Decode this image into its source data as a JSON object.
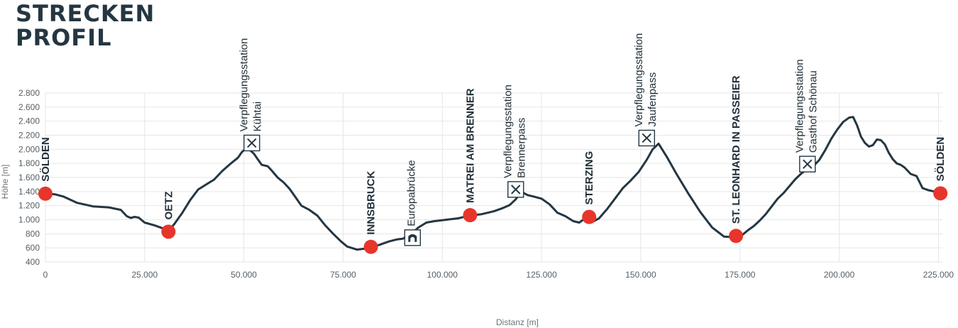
{
  "title": {
    "line1": "STRECKEN",
    "line2": "PROFIL"
  },
  "chart_data": {
    "type": "line",
    "xlabel": "Distanz [m]",
    "ylabel": "Höhe [m]",
    "xlim": [
      0,
      226000
    ],
    "ylim": [
      400,
      2800
    ],
    "x_ticks": [
      0,
      25000,
      50000,
      75000,
      100000,
      125000,
      150000,
      175000,
      200000,
      225000
    ],
    "x_tick_labels": [
      "0",
      "25.000",
      "50.000",
      "75.000",
      "100.000",
      "125.000",
      "150.000",
      "175.000",
      "200.000",
      "225.000"
    ],
    "y_ticks": [
      400,
      600,
      800,
      1000,
      1200,
      1400,
      1600,
      1800,
      2000,
      2200,
      2400,
      2600,
      2800
    ],
    "y_tick_labels": [
      "400",
      "600",
      "800",
      "1.000",
      "1.200",
      "1.400",
      "1.600",
      "1.800",
      "2.000",
      "2.200",
      "2.400",
      "2.600",
      "2.800"
    ],
    "grid": true,
    "line_color": "#243642",
    "marker_color": "#e8352b",
    "series": [
      {
        "x": [
          0,
          2500,
          4500,
          8000,
          12000,
          16000,
          19000,
          20500,
          21500,
          22500,
          23500,
          25000,
          27500,
          29500,
          31000,
          32500,
          34500,
          36500,
          38500,
          40500,
          42500,
          44500,
          46500,
          48500,
          49500,
          50500,
          51500,
          52500,
          53500,
          54500,
          56000,
          57000,
          58500,
          60000,
          61500,
          63000,
          64500,
          66500,
          68500,
          70500,
          72500,
          74500,
          76000,
          78500,
          80500,
          82000,
          84000,
          86500,
          88500,
          90000,
          92000,
          94000,
          96000,
          98000,
          101000,
          104000,
          107000,
          110000,
          113000,
          115000,
          117000,
          118500,
          119500,
          120500,
          121500,
          123000,
          125000,
          127000,
          129000,
          131000,
          133000,
          134500,
          135500,
          136500,
          137500,
          139500,
          141500,
          143500,
          145500,
          147500,
          149500,
          151500,
          153000,
          154500,
          156500,
          159000,
          162000,
          165000,
          168000,
          171000,
          174000,
          175500,
          177000,
          178500,
          180000,
          181500,
          183000,
          184500,
          186000,
          187500,
          189000,
          190500,
          192000,
          193500,
          195000,
          196500,
          198000,
          199500,
          201000,
          202500,
          203500,
          204500,
          205500,
          206500,
          207500,
          208500,
          209500,
          210500,
          211500,
          212500,
          213500,
          214500,
          215500,
          216500,
          218000,
          219500,
          221000,
          222500,
          224000,
          225500
        ],
        "y": [
          1370,
          1360,
          1330,
          1240,
          1190,
          1175,
          1140,
          1050,
          1025,
          1040,
          1030,
          960,
          920,
          880,
          840,
          940,
          1100,
          1280,
          1430,
          1500,
          1570,
          1690,
          1790,
          1880,
          1960,
          2010,
          1990,
          1940,
          1860,
          1780,
          1760,
          1700,
          1600,
          1530,
          1440,
          1320,
          1200,
          1140,
          1060,
          920,
          800,
          690,
          620,
          575,
          590,
          610,
          640,
          690,
          720,
          730,
          790,
          890,
          960,
          980,
          1000,
          1020,
          1060,
          1080,
          1120,
          1160,
          1210,
          1290,
          1370,
          1380,
          1350,
          1330,
          1300,
          1220,
          1100,
          1050,
          980,
          960,
          1000,
          1050,
          960,
          1020,
          1150,
          1300,
          1450,
          1560,
          1680,
          1850,
          2000,
          2080,
          1900,
          1650,
          1370,
          1110,
          890,
          760,
          750,
          780,
          850,
          910,
          990,
          1080,
          1190,
          1300,
          1380,
          1480,
          1580,
          1660,
          1720,
          1760,
          1850,
          1990,
          2150,
          2280,
          2390,
          2450,
          2460,
          2340,
          2180,
          2090,
          2040,
          2060,
          2140,
          2130,
          2070,
          1950,
          1860,
          1800,
          1780,
          1740,
          1650,
          1620,
          1450,
          1420,
          1400,
          1380
        ]
      }
    ],
    "markers": [
      {
        "label": "SÖLDEN",
        "x": 0,
        "y": 1370
      },
      {
        "label": "OETZ",
        "x": 31000,
        "y": 830
      },
      {
        "label": "INNSBRUCK",
        "x": 82000,
        "y": 615
      },
      {
        "label": "MATREI AM BRENNER",
        "x": 107000,
        "y": 1065
      },
      {
        "label": "STERZING",
        "x": 137000,
        "y": 1040
      },
      {
        "label": "ST. LEONHARD IN PASSEIER",
        "x": 174000,
        "y": 770
      },
      {
        "label": "SÖLDEN",
        "x": 225500,
        "y": 1375
      }
    ],
    "stations": [
      {
        "lines": [
          "Verpflegungsstation",
          "Kühtai"
        ],
        "x": 52000,
        "y": 2090,
        "icon": "fork-knife-icon"
      },
      {
        "lines": [
          "Verpflegungsstation",
          "Brennerpass"
        ],
        "x": 118500,
        "y": 1430,
        "icon": "fork-knife-icon"
      },
      {
        "lines": [
          "Verpflegungsstation",
          "Jaufenpass"
        ],
        "x": 151500,
        "y": 2160,
        "icon": "fork-knife-icon"
      },
      {
        "lines": [
          "Verpflegungsstation",
          "Gasthof Schönau"
        ],
        "x": 192000,
        "y": 1790,
        "icon": "fork-knife-icon"
      },
      {
        "lines": [
          "Europabrücke"
        ],
        "x": 92500,
        "y": 745,
        "icon": "bridge-icon"
      }
    ]
  }
}
